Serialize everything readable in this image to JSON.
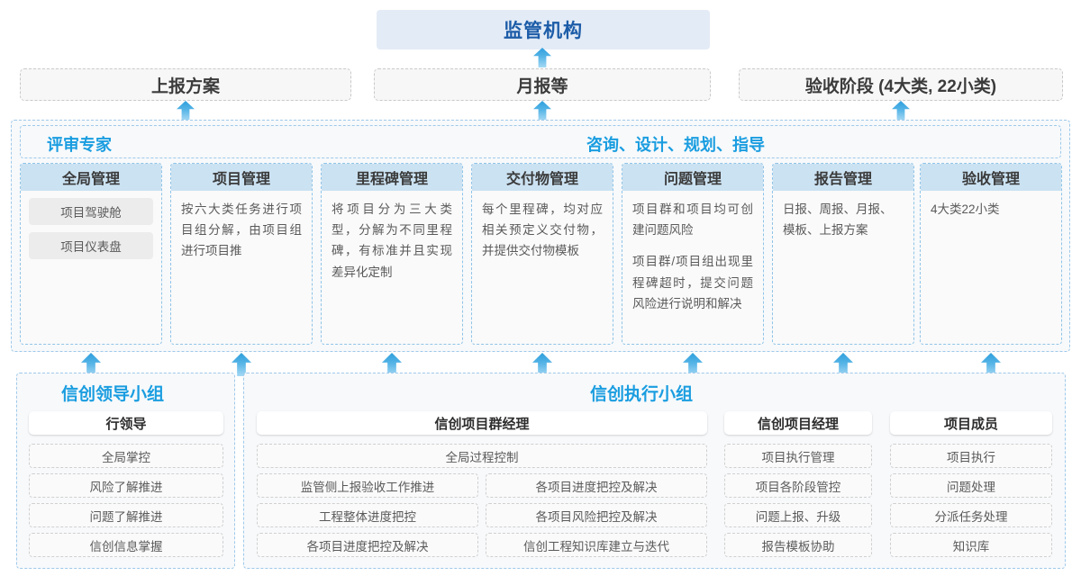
{
  "colors": {
    "accent_blue": "#1a9de0",
    "regulator_blue": "#1c5ca8",
    "regulator_bg": "#e3ebf6",
    "card_title_bg": "#cbe2f2",
    "panel_bg": "#f7f9fb",
    "dashed_blue": "#9fc9ea",
    "dashed_grey": "#c9c9c9",
    "arrow_blue": "#2f9fdc"
  },
  "top": {
    "regulator": "监管机构",
    "report_boxes": [
      "上报方案",
      "月报等",
      "验收阶段 (4大类, 22小类)"
    ]
  },
  "middle": {
    "header_left": "评审专家",
    "header_center": "咨询、设计、规划、指导",
    "cards": [
      {
        "title": "全局管理",
        "type": "pills",
        "pills": [
          "项目驾驶舱",
          "项目仪表盘"
        ],
        "paragraphs": []
      },
      {
        "title": "项目管理",
        "type": "text",
        "pills": [],
        "paragraphs": [
          "按六大类任务进行项目组分解，由项目组进行项目推"
        ]
      },
      {
        "title": "里程碑管理",
        "type": "text",
        "pills": [],
        "paragraphs": [
          "将项目分为三大类型，分解为不同里程碑，有标准并且实现差异化定制"
        ]
      },
      {
        "title": "交付物管理",
        "type": "text",
        "pills": [],
        "paragraphs": [
          "每个里程碑，均对应相关预定义交付物，并提供交付物模板"
        ]
      },
      {
        "title": "问题管理",
        "type": "text",
        "pills": [],
        "paragraphs": [
          "项目群和项目均可创建问题风险",
          "项目群/项目组出现里程碑超时，提交问题风险进行说明和解决"
        ]
      },
      {
        "title": "报告管理",
        "type": "text-plain",
        "pills": [],
        "paragraphs": [
          "日报、周报、月报、模板、上报方案"
        ]
      },
      {
        "title": "验收管理",
        "type": "text-plain",
        "pills": [],
        "paragraphs": [
          "4大类22小类"
        ]
      }
    ]
  },
  "bottom": {
    "left_group": {
      "title": "信创领导小组",
      "role": "行领导",
      "tasks": [
        "全局掌控",
        "风险了解推进",
        "问题了解推进",
        "信创信息掌握"
      ]
    },
    "right_group": {
      "title": "信创执行小组",
      "program_manager": {
        "role": "信创项目群经理",
        "full_width_task": "全局过程控制",
        "left_tasks": [
          "监管侧上报验收工作推进",
          "工程整体进度把控",
          "各项目进度把控及解决"
        ],
        "right_tasks": [
          "各项目进度把控及解决",
          "各项目风险把控及解决",
          "信创工程知识库建立与迭代"
        ]
      },
      "project_manager": {
        "role": "信创项目经理",
        "tasks": [
          "项目执行管理",
          "项目各阶段管控",
          "问题上报、升级",
          "报告模板协助"
        ]
      },
      "project_member": {
        "role": "项目成员",
        "tasks": [
          "项目执行",
          "问题处理",
          "分派任务处理",
          "知识库"
        ]
      }
    }
  },
  "arrows": {
    "to_regulator_icon": "arrow-up-icon",
    "to_report_icon": "arrow-up-icon",
    "to_card_icon": "arrow-up-icon"
  }
}
